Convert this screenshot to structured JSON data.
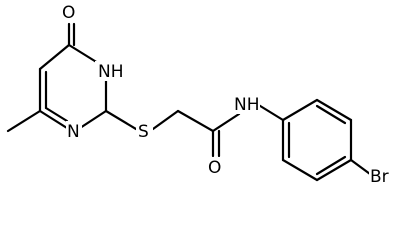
{
  "diagram": {
    "atoms": {
      "oxygen_top": "O",
      "nh_ring": "NH",
      "n_ring": "N",
      "sulfur": "S",
      "nh_amide": "NH",
      "oxygen_amide": "O",
      "bromine": "Br"
    }
  }
}
